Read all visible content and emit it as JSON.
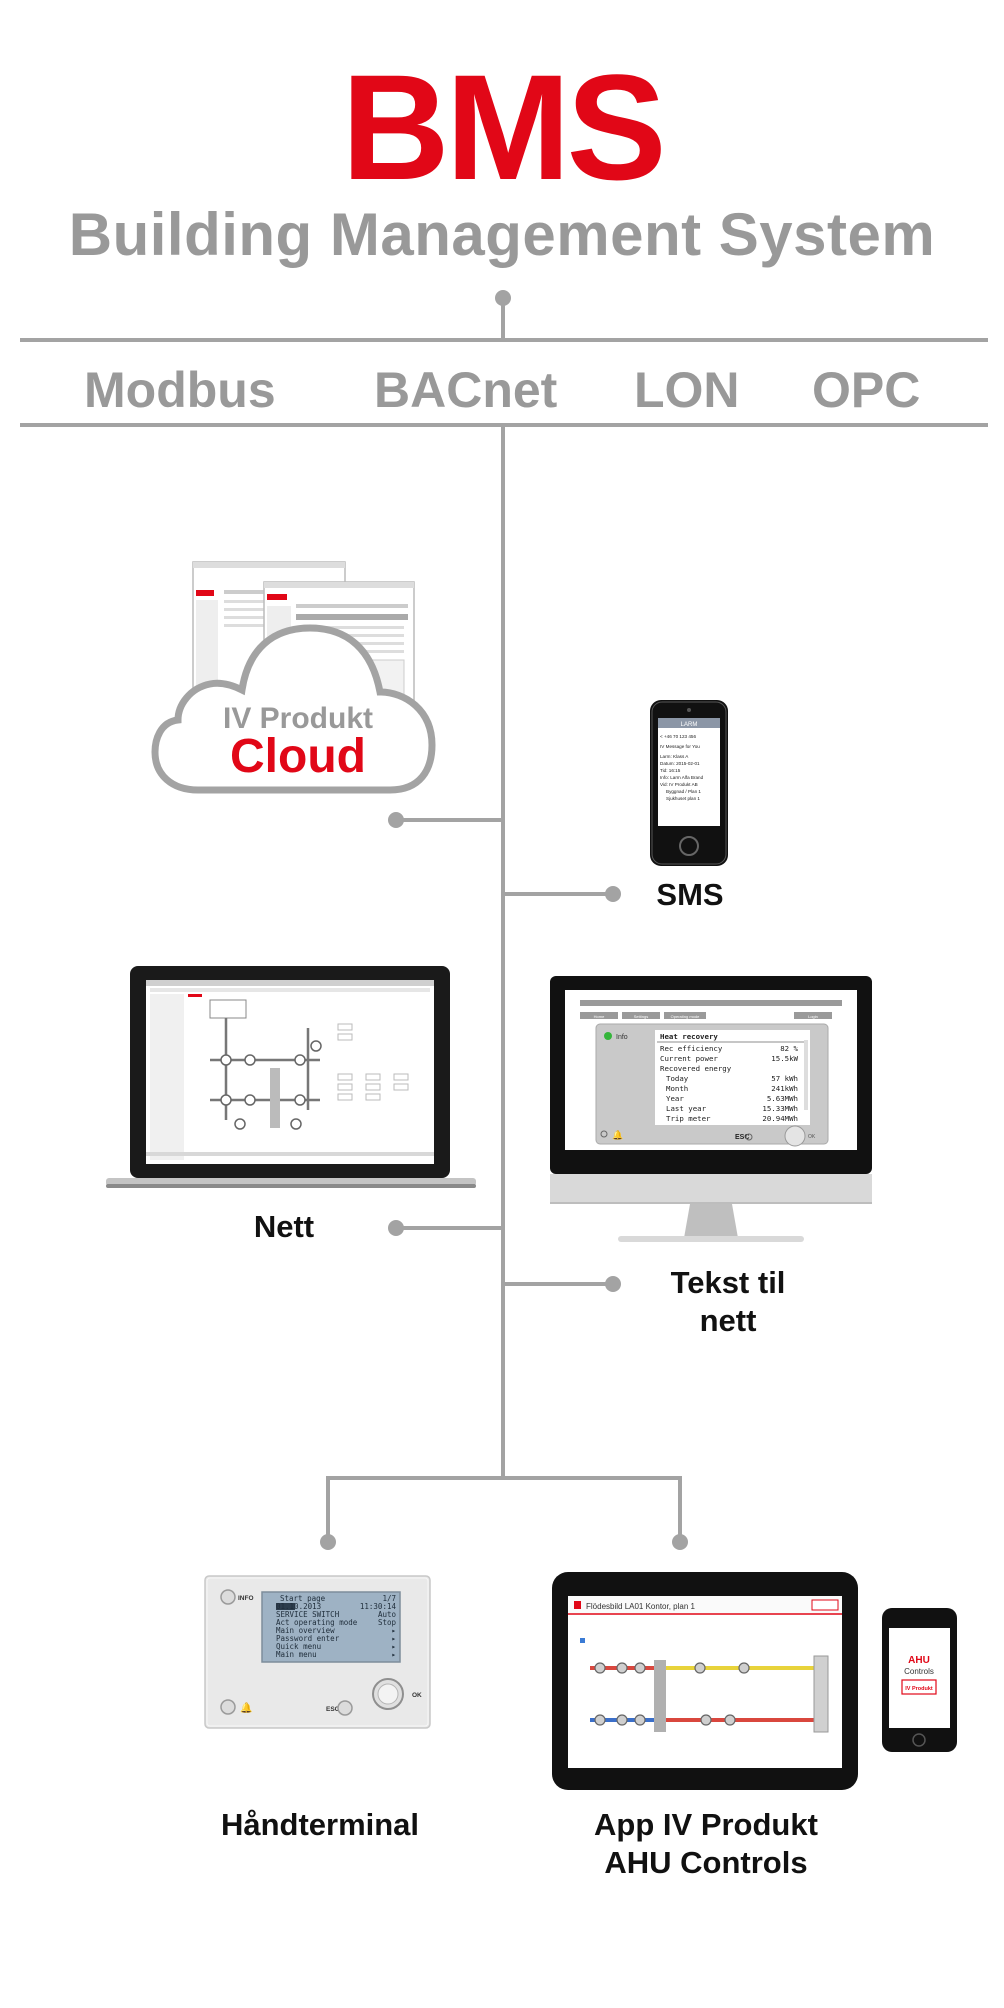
{
  "header": {
    "title": "BMS",
    "subtitle": "Building Management System"
  },
  "protocols": [
    "Modbus",
    "BACnet",
    "LON",
    "OPC"
  ],
  "colors": {
    "brand_red": "#e10717",
    "line_gray": "#a3a3a3",
    "text_gray": "#999999",
    "label_dark": "#111111"
  },
  "nodes": {
    "cloud": {
      "line1": "IV Produkt",
      "line2": "Cloud",
      "icon": "cloud-icon"
    },
    "sms": {
      "label": "SMS",
      "icon": "smartphone-icon",
      "screen": {
        "header": "LARM",
        "lines": [
          "< +46 70 123 456",
          "IV Message for You",
          "Larm: Klass A",
          "Datum: 2015-02-01",
          "Tid: 16:15",
          "Info: Larm Alfa Brand",
          "Vid: IV Produkt AB",
          "Byggnad / Plan 1",
          "Sjukhuset plan 1"
        ]
      }
    },
    "nett": {
      "label": "Nett",
      "icon": "laptop-icon"
    },
    "tekst": {
      "line1": "Tekst til",
      "line2": "nett",
      "icon": "monitor-icon",
      "screen": {
        "tabs": [
          "Home",
          "Settings",
          "Operating mode",
          "Login"
        ],
        "info_label": "Info",
        "table_title": "Heat recovery",
        "rows": [
          {
            "label": "Rec efficiency",
            "value": "82 %"
          },
          {
            "label": "Current power",
            "value": "15.5kW"
          },
          {
            "label": "Recovered energy",
            "value": ""
          },
          {
            "label": "Today",
            "value": "57 kWh"
          },
          {
            "label": "Month",
            "value": "241kWh"
          },
          {
            "label": "Year",
            "value": "5.63MWh"
          },
          {
            "label": "Last year",
            "value": "15.33MWh"
          },
          {
            "label": "Trip meter",
            "value": "20.94MWh"
          }
        ],
        "esc_label": "ESC",
        "ok_label": "OK"
      }
    },
    "handterminal": {
      "label": "Håndterminal",
      "icon": "hand-terminal-icon",
      "info_label": "INFO",
      "esc_label": "ESC",
      "ok_label": "OK",
      "lcd_lines": [
        {
          "left": "Start page",
          "right": "1/7"
        },
        {
          "left": "01.10.2013",
          "right": "11:30:14"
        },
        {
          "left": "SERVICE SWITCH",
          "right": "Auto"
        },
        {
          "left": "Act operating mode",
          "right": "Stop"
        },
        {
          "left": "Main overview",
          "right": "▸"
        },
        {
          "left": "Password enter",
          "right": "▸"
        },
        {
          "left": "Quick menu",
          "right": "▸"
        },
        {
          "left": "Main menu",
          "right": "▸"
        }
      ]
    },
    "app": {
      "line1": "App IV Produkt",
      "line2": "AHU Controls",
      "icon": "tablet-icon",
      "tablet_title": "Flödesbild LA01 Kontor, plan 1",
      "phone_text1": "AHU",
      "phone_text2": "Controls",
      "logo_text": "IV Produkt"
    }
  }
}
